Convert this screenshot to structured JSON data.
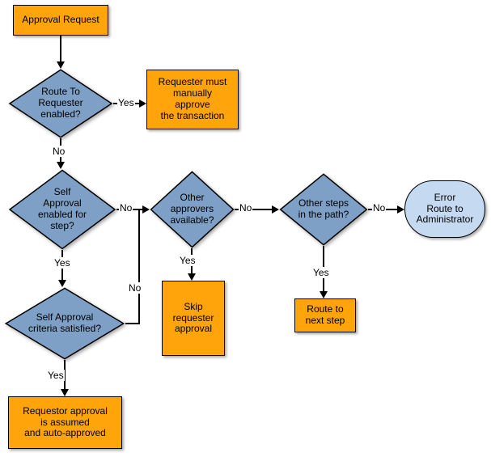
{
  "diagram_title": "Approval workflow routing flowchart",
  "colors": {
    "process": "#FFA40A",
    "decision": "#7E9FC6",
    "terminator": "#C5D9F1",
    "line": "#000000"
  },
  "nodes": {
    "approval_request": {
      "type": "process",
      "label": "Approval Request"
    },
    "route_to_requester": {
      "type": "decision",
      "label": "Route To\nRequester\nenabled?"
    },
    "requester_manual": {
      "type": "process",
      "label": "Requester must\nmanually\napprove\nthe transaction"
    },
    "self_approval_enabled": {
      "type": "decision",
      "label": "Self\nApproval\nenabled for\nstep?"
    },
    "self_approval_criteria": {
      "type": "decision",
      "label": "Self Approval\ncriteria satisfied?"
    },
    "other_approvers": {
      "type": "decision",
      "label": "Other\napprovers\navailable?"
    },
    "skip_requester": {
      "type": "process",
      "label": "Skip\nrequester\napproval"
    },
    "other_steps": {
      "type": "decision",
      "label": "Other steps\nin the path?"
    },
    "route_next_step": {
      "type": "process",
      "label": "Route to\nnext step"
    },
    "error_route_admin": {
      "type": "terminator",
      "label": "Error\nRoute to\nAdministrator"
    },
    "requestor_auto": {
      "type": "process",
      "label": "Requestor approval\nis assumed\nand auto-approved"
    }
  },
  "edge_labels": {
    "route_yes": "Yes",
    "route_no": "No",
    "self_enabled_yes": "Yes",
    "self_enabled_no": "No",
    "criteria_yes": "Yes",
    "criteria_no": "No",
    "approvers_yes": "Yes",
    "approvers_no": "No",
    "steps_yes": "Yes",
    "steps_no": "No"
  }
}
